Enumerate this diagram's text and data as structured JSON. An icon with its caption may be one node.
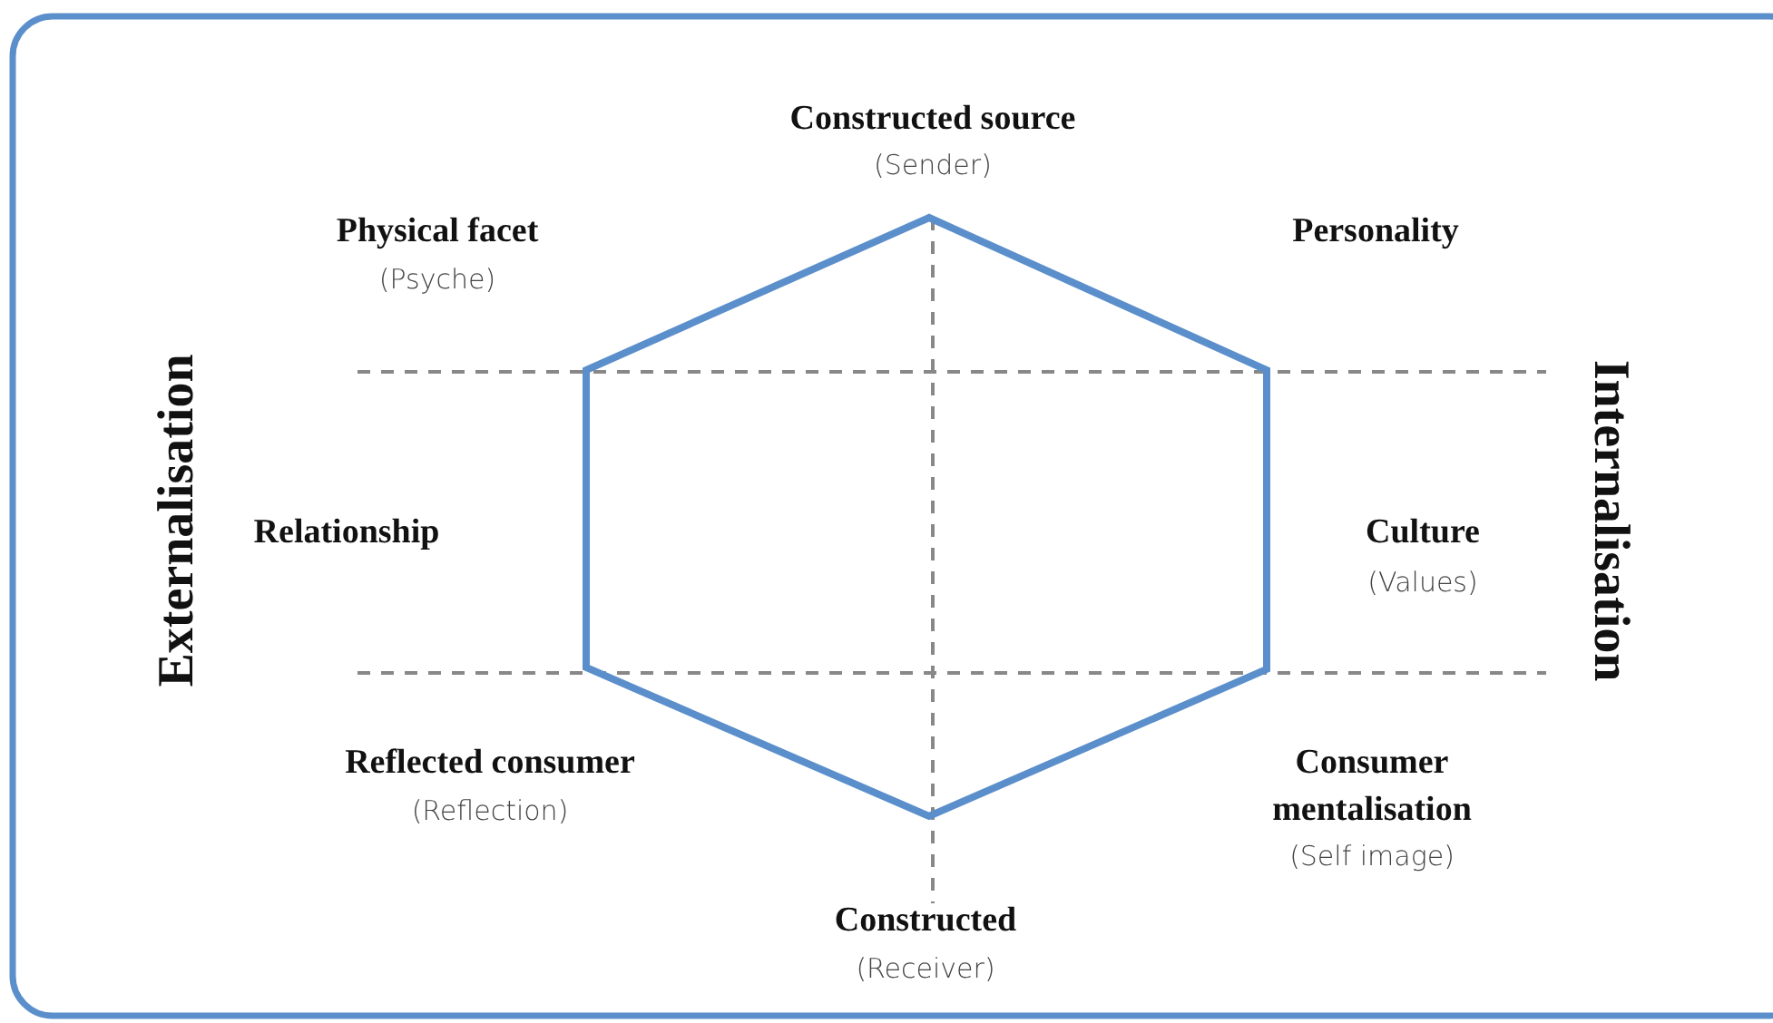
{
  "diagram": {
    "labels": [
      "Constructed source",
      "(Sender)",
      "Physical facet",
      "(Psyche)",
      "Personality",
      "Externalisation",
      "Internalisation",
      "Relationship",
      "Culture",
      "(Values)",
      "Reflected consumer",
      "(Reflection)",
      "Consumer mentalisation",
      "(Self image)",
      "Constructed",
      "(Receiver)"
    ]
  }
}
